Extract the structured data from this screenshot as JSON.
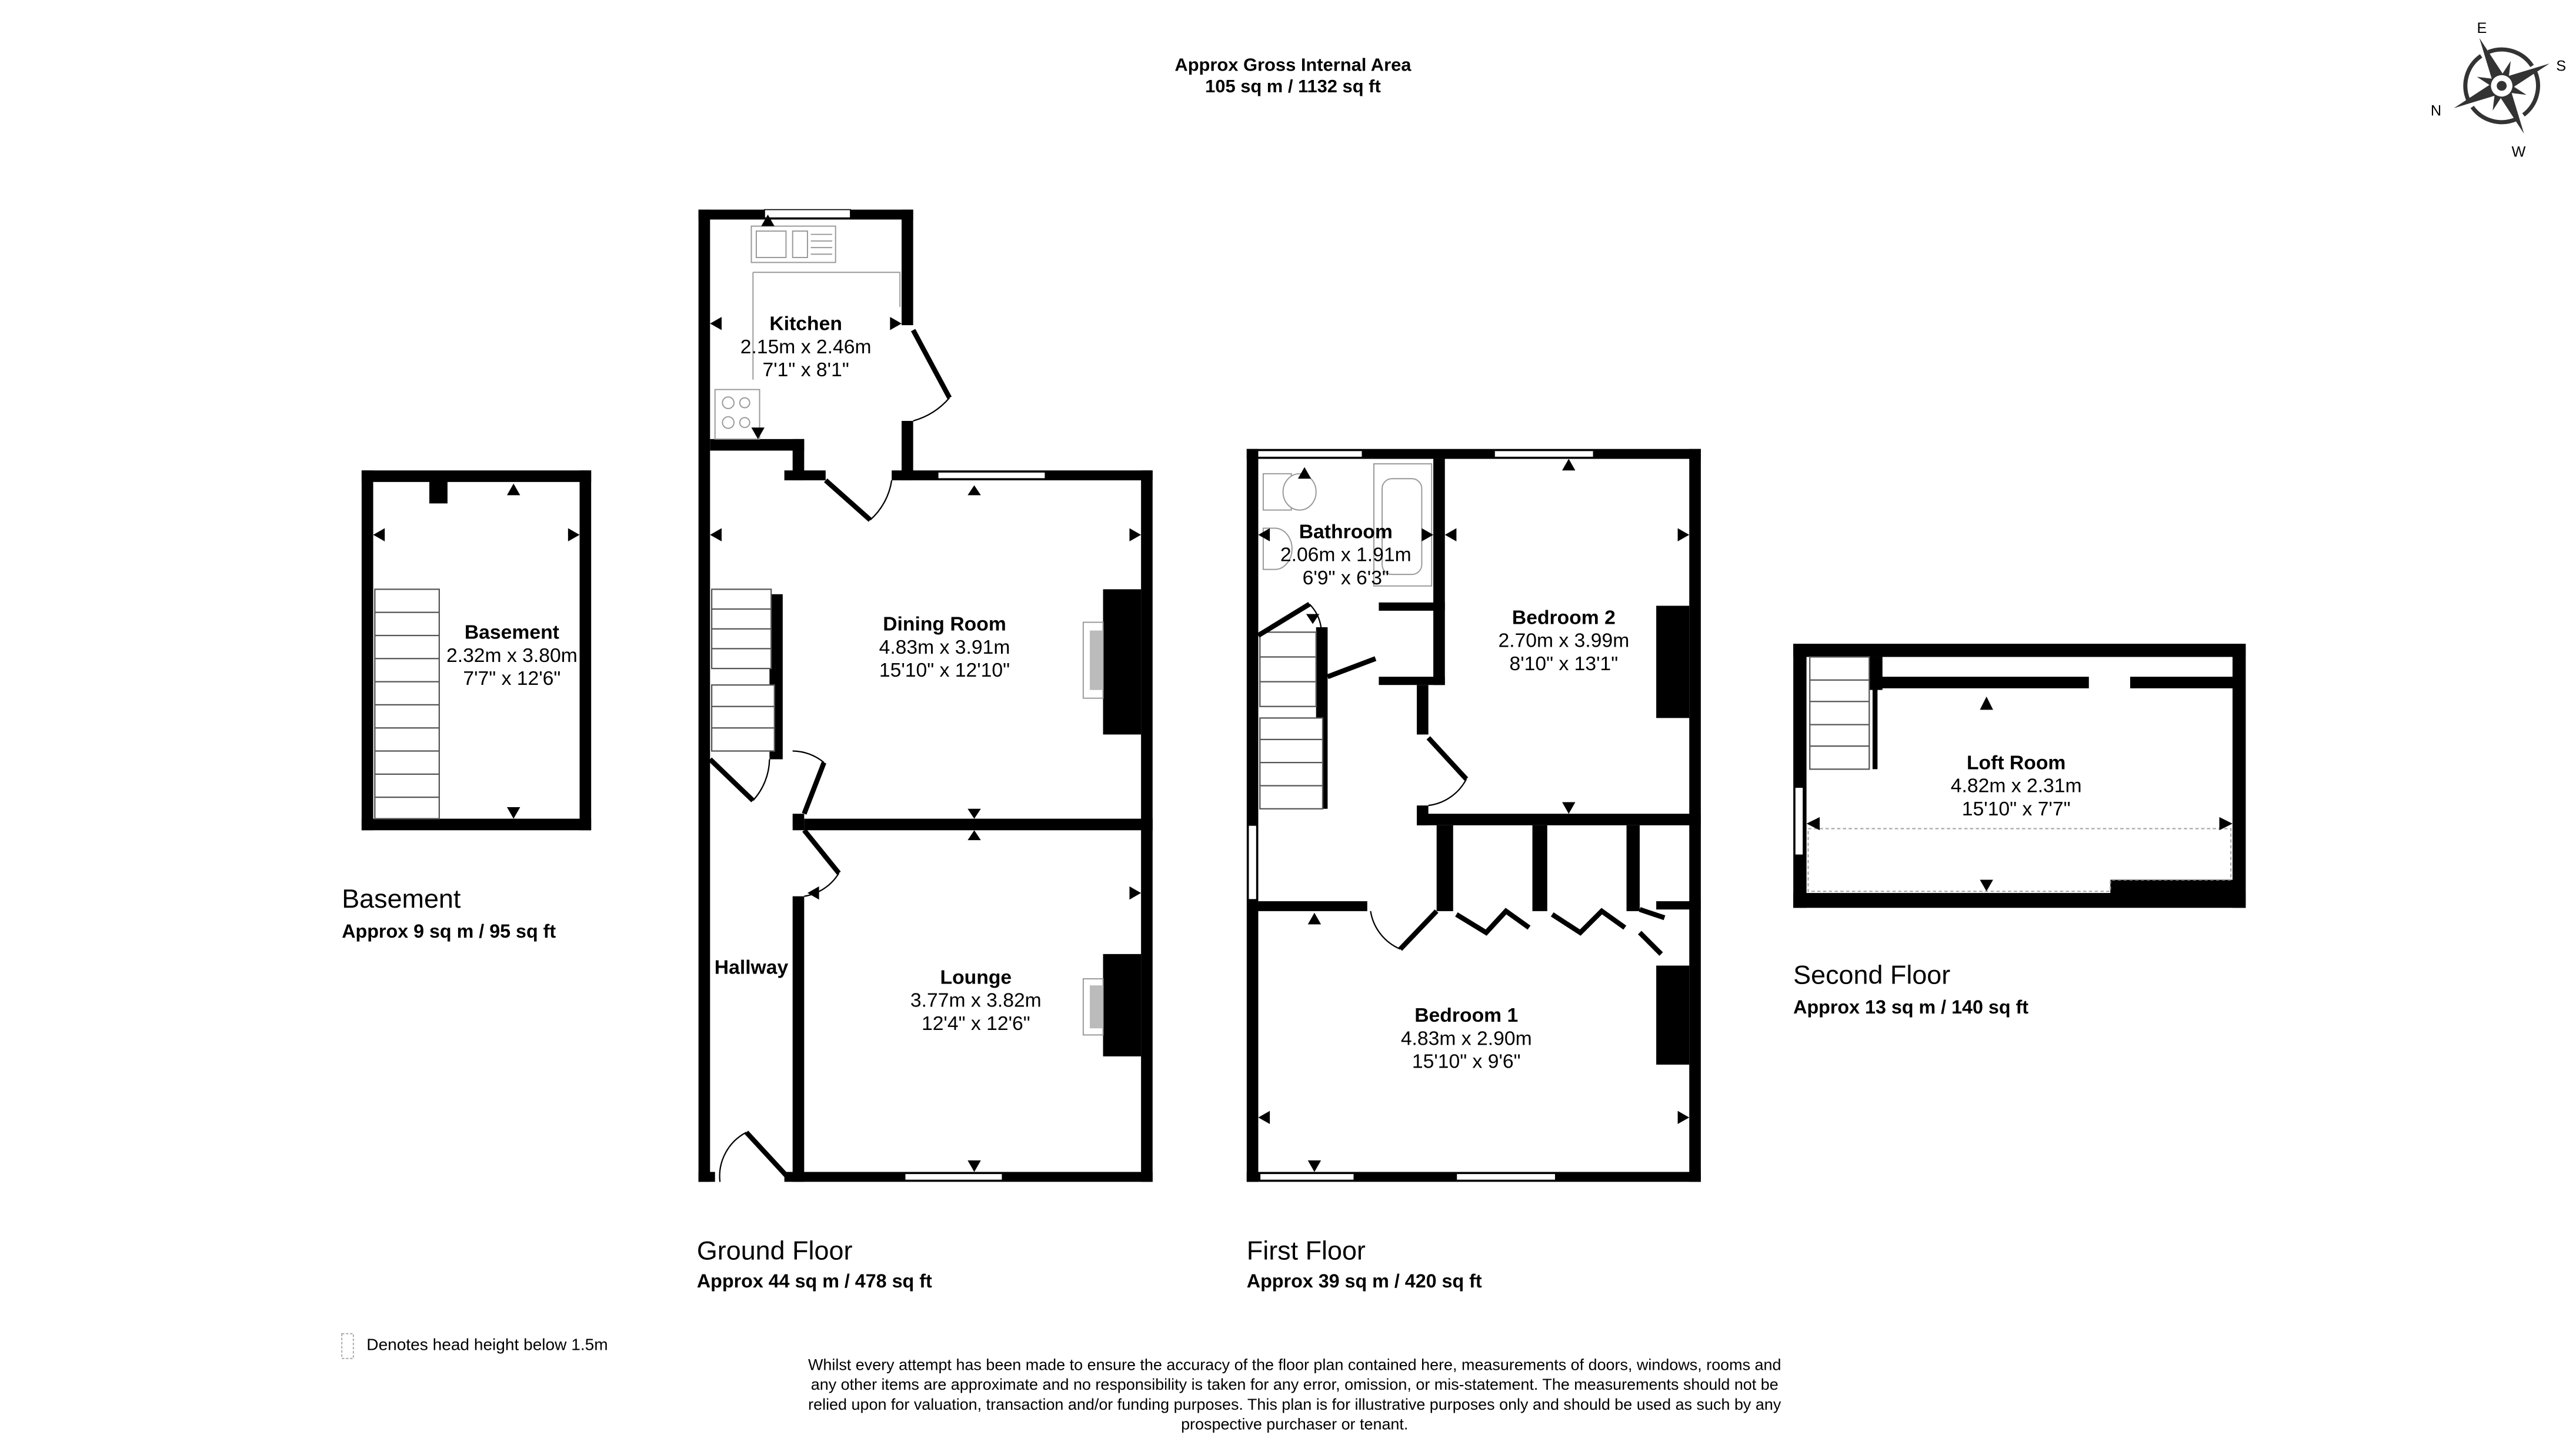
{
  "header": {
    "title": "Approx Gross Internal Area",
    "total_area": "105 sq m / 1132 sq ft"
  },
  "compass": {
    "labels": {
      "n": "N",
      "e": "E",
      "s": "S",
      "w": "W"
    }
  },
  "floors": {
    "basement": {
      "name": "Basement",
      "area": "Approx 9 sq m / 95 sq ft",
      "rooms": [
        {
          "name": "Basement",
          "metric": "2.32m x 3.80m",
          "imperial": "7'7\" x 12'6\""
        }
      ]
    },
    "ground": {
      "name": "Ground Floor",
      "area": "Approx 44 sq m / 478 sq ft",
      "rooms": [
        {
          "name": "Kitchen",
          "metric": "2.15m x 2.46m",
          "imperial": "7'1\" x 8'1\""
        },
        {
          "name": "Dining Room",
          "metric": "4.83m x 3.91m",
          "imperial": "15'10\" x 12'10\""
        },
        {
          "name": "Lounge",
          "metric": "3.77m x 3.82m",
          "imperial": "12'4\" x 12'6\""
        },
        {
          "name": "Hallway"
        }
      ]
    },
    "first": {
      "name": "First Floor",
      "area": "Approx 39 sq m / 420 sq ft",
      "rooms": [
        {
          "name": "Bathroom",
          "metric": "2.06m x 1.91m",
          "imperial": "6'9\" x 6'3\""
        },
        {
          "name": "Bedroom 2",
          "metric": "2.70m x 3.99m",
          "imperial": "8'10\" x 13'1\""
        },
        {
          "name": "Bedroom 1",
          "metric": "4.83m x 2.90m",
          "imperial": "15'10\" x 9'6\""
        }
      ]
    },
    "second": {
      "name": "Second Floor",
      "area": "Approx 13 sq m / 140 sq ft",
      "rooms": [
        {
          "name": "Loft Room",
          "metric": "4.82m x 2.31m",
          "imperial": "15'10\" x 7'7\""
        }
      ]
    }
  },
  "legend": {
    "text": "Denotes head height below 1.5m"
  },
  "disclaimer": {
    "lines": [
      "Whilst every attempt has been made to ensure the accuracy of the floor plan contained here, measurements of doors, windows, rooms and",
      "any other items are approximate and no responsibility is taken for any error, omission, or mis-statement. The measurements should not be",
      "relied upon for valuation, transaction and/or funding purposes. This plan is for illustrative purposes only and should be used as such by any",
      "prospective purchaser or tenant."
    ]
  }
}
